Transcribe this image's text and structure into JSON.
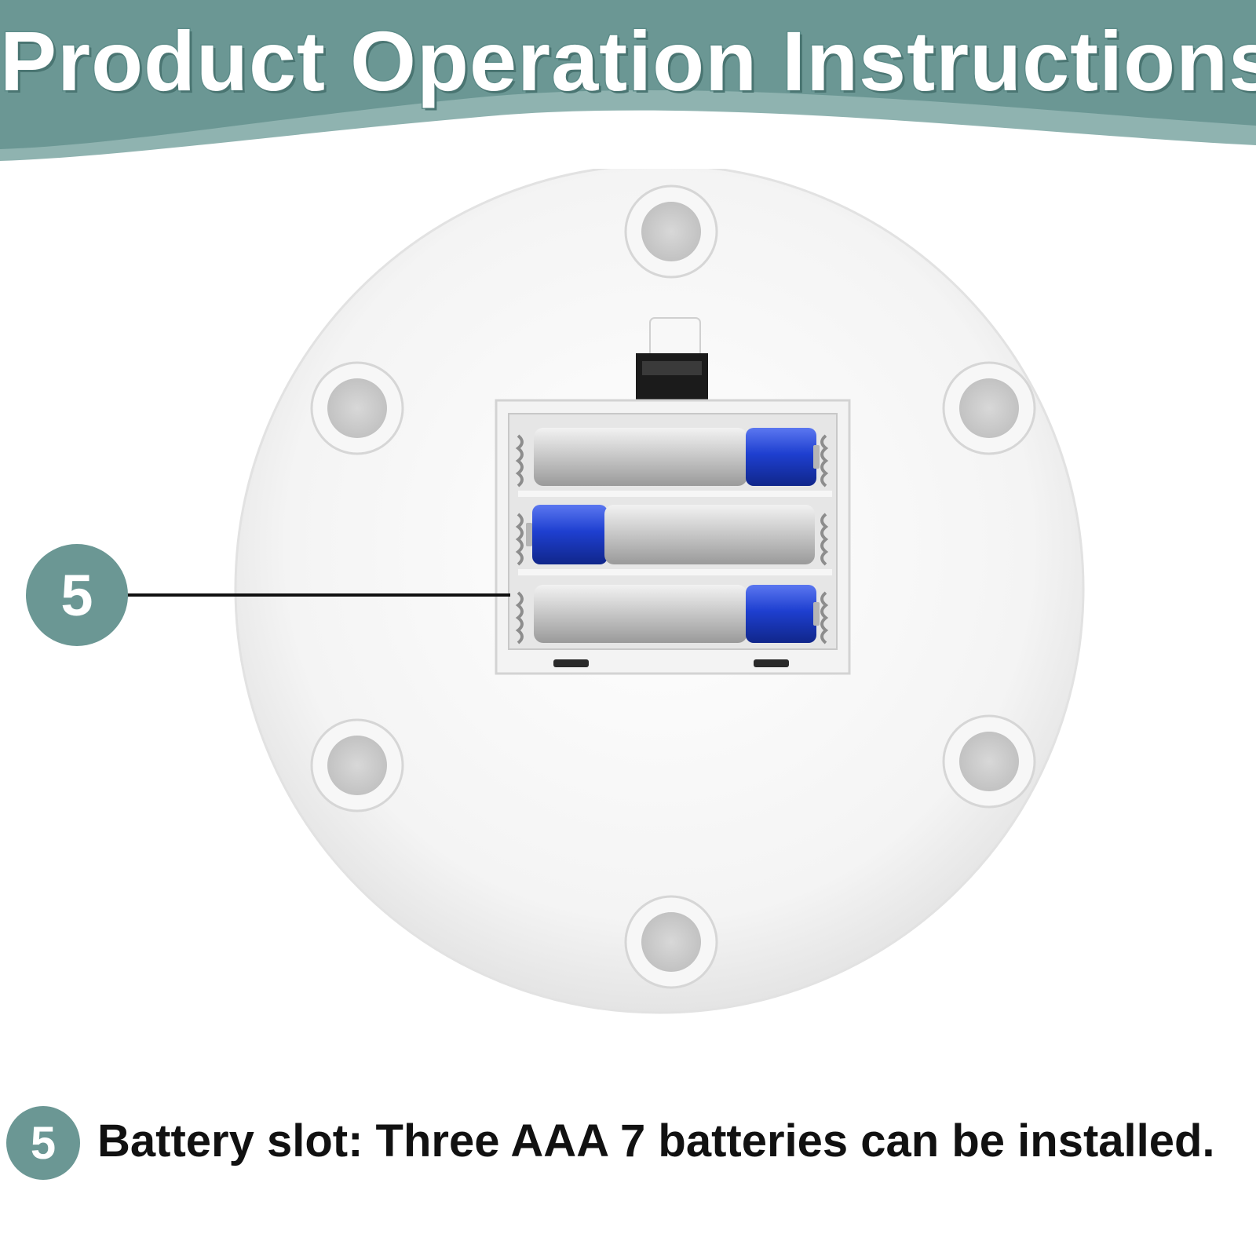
{
  "header": {
    "title": "Product Operation Instructions",
    "color": "#6b9794",
    "color_light": "#8fb3b0"
  },
  "product": {
    "description_icon": "battery-compartment-image",
    "battery_color": "#1e3fd0"
  },
  "callout": {
    "number": "5"
  },
  "caption": {
    "number": "5",
    "text": "Battery slot: Three AAA 7 batteries can be installed."
  }
}
